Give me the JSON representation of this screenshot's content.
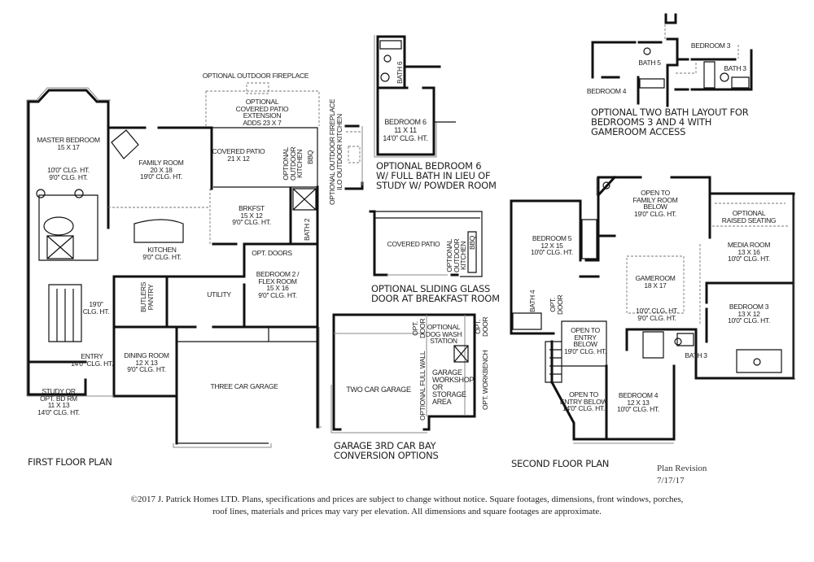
{
  "first_floor": {
    "title": "FIRST FLOOR PLAN",
    "master_bedroom": "MASTER BEDROOM\n15 X 17",
    "master_clg": "10'0'' CLG. HT.\n9'0'' CLG. HT.",
    "family_room": "FAMILY ROOM\n20 X 18\n19'0'' CLG. HT.",
    "optional_fireplace": "OPTIONAL OUTDOOR FIREPLACE",
    "optional_patio_extension": "OPTIONAL\nCOVERED PATIO\nEXTENSION\nADDS  23 X 7",
    "covered_patio": "COVERED PATIO\n21 X 12",
    "optional_outdoor_kitchen": "OPTIONAL\nOUTDOOR\nKITCHEN",
    "bbq": "BBQ",
    "brkfst": "BRKFST\n15 X 12\n9'0'' CLG. HT.",
    "bath2": "BATH 2",
    "kitchen": "KITCHEN\n9'0'' CLG. HT.",
    "opt_doors": "OPT. DOORS",
    "bedroom2": "BEDROOM 2 /\nFLEX ROOM\n15 X 16\n9'0'' CLG. HT.",
    "butlers_pantry": "BUTLERS\nPANTRY",
    "utility": "UTILITY",
    "stair_clg": "19'0''\nCLG. HT.",
    "entry": "ENTRY\n14'0'' CLG. HT.",
    "dining_room": "DINING ROOM\n12 X 13\n9'0'' CLG. HT.",
    "three_car_garage": "THREE CAR GARAGE",
    "study": "STUDY OR\nOPT. BD RM\n11 X 13\n14'0'' CLG. HT."
  },
  "option_fireplace": {
    "label": "OPTIONAL OUTDOOR FIREPLACE\nILO OUTDOOR KITCHEN"
  },
  "option_bedroom6": {
    "bath6": "BATH 6",
    "bedroom6": "BEDROOM 6\n11 X 11\n14'0'' CLG. HT.",
    "caption": "OPTIONAL BEDROOM 6\nW/ FULL BATH IN LIEU OF\nSTUDY W/ POWDER ROOM"
  },
  "option_sliding_door": {
    "covered_patio": "COVERED PATIO",
    "outdoor_kitchen": "OPTIONAL\nOUTDOOR\nKITCHEN",
    "bbq": "BBQ",
    "caption": "OPTIONAL SLIDING GLASS\nDOOR AT BREAKFAST ROOM"
  },
  "option_garage": {
    "two_car_garage": "TWO CAR GARAGE",
    "opt_door_1": "OPT.\nDOOR",
    "opt_door_2": "OPT.\nDOOR",
    "dog_wash": "OPTIONAL\nDOG WASH\nSTATION",
    "full_wall": "OPTIONAL FULL WALL",
    "workshop": "GARAGE\nWORKSHOP\nOR\nSTORAGE\nAREA",
    "workbench": "OPT. WORKBENCH",
    "caption": "GARAGE 3RD CAR BAY\nCONVERSION OPTIONS"
  },
  "option_two_bath": {
    "bedroom3": "BEDROOM 3",
    "bath5": "BATH 5",
    "bath3": "BATH 3",
    "bedroom4": "BEDROOM 4",
    "caption": "OPTIONAL TWO BATH LAYOUT FOR\nBEDROOMS 3 AND 4 WITH\nGAMEROOM ACCESS"
  },
  "second_floor": {
    "title": "SECOND FLOOR PLAN",
    "open_to_family": "OPEN TO\nFAMILY ROOM\nBELOW\n19'0'' CLG. HT.",
    "bedroom5": "BEDROOM 5\n12 X 15\n10'0'' CLG. HT.",
    "raised_seating": "OPTIONAL\nRAISED SEATING",
    "media_room": "MEDIA ROOM\n13 X 16\n10'0'' CLG. HT.",
    "gameroom": "GAMEROOM\n18 X 17",
    "gameroom_clg": "10'0'' CLG. HT.\n9'0'' CLG. HT.",
    "bath4": "BATH 4",
    "opt_door": "OPT.\nDOOR",
    "open_to_entry": "OPEN TO\nENTRY\nBELOW\n19'0'' CLG. HT.",
    "bedroom3": "BEDROOM 3\n13 X 12\n10'0'' CLG. HT.",
    "bath3": "BATH 3",
    "open_to_entry_below": "OPEN TO\nENTRY BELOW\n14'0'' CLG. HT.",
    "bedroom4": "BEDROOM 4\n12 X 13\n10'0'' CLG. HT."
  },
  "revision": "Plan Revision\n7/17/17",
  "footer": "©2017 J. Patrick Homes LTD.  Plans, specifications and prices are subject to change without notice.  Square footages, dimensions, front windows, porches,\nroof lines, materials and prices may vary per elevation.   All dimensions and square footages are approximate."
}
